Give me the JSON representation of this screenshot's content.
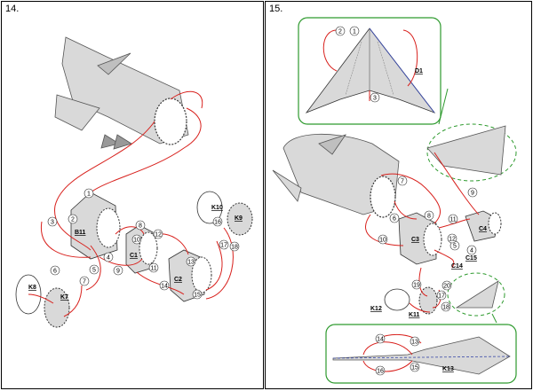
{
  "steps": [
    {
      "number": "14.",
      "part_labels": [
        "B11",
        "C1",
        "C2",
        "K10",
        "K9",
        "K8",
        "K7"
      ],
      "callouts": [
        "1",
        "2",
        "3",
        "4",
        "5",
        "6",
        "7",
        "8",
        "9",
        "10",
        "11",
        "12",
        "13",
        "14",
        "15",
        "16",
        "17",
        "18"
      ]
    },
    {
      "number": "15.",
      "part_labels": [
        "D1",
        "C3",
        "C4",
        "C14",
        "C15",
        "K12",
        "K11",
        "K13"
      ],
      "callouts": [
        "1",
        "2",
        "3",
        "4",
        "5",
        "6",
        "7",
        "8",
        "9",
        "10",
        "11",
        "12",
        "13",
        "14",
        "15",
        "16",
        "17",
        "18",
        "19",
        "20"
      ]
    }
  ],
  "colors": {
    "guide_line": "#d8201c",
    "detail_frame": "#2e9a2e",
    "part_fill": "#d9d9d9",
    "outline": "#333333"
  }
}
